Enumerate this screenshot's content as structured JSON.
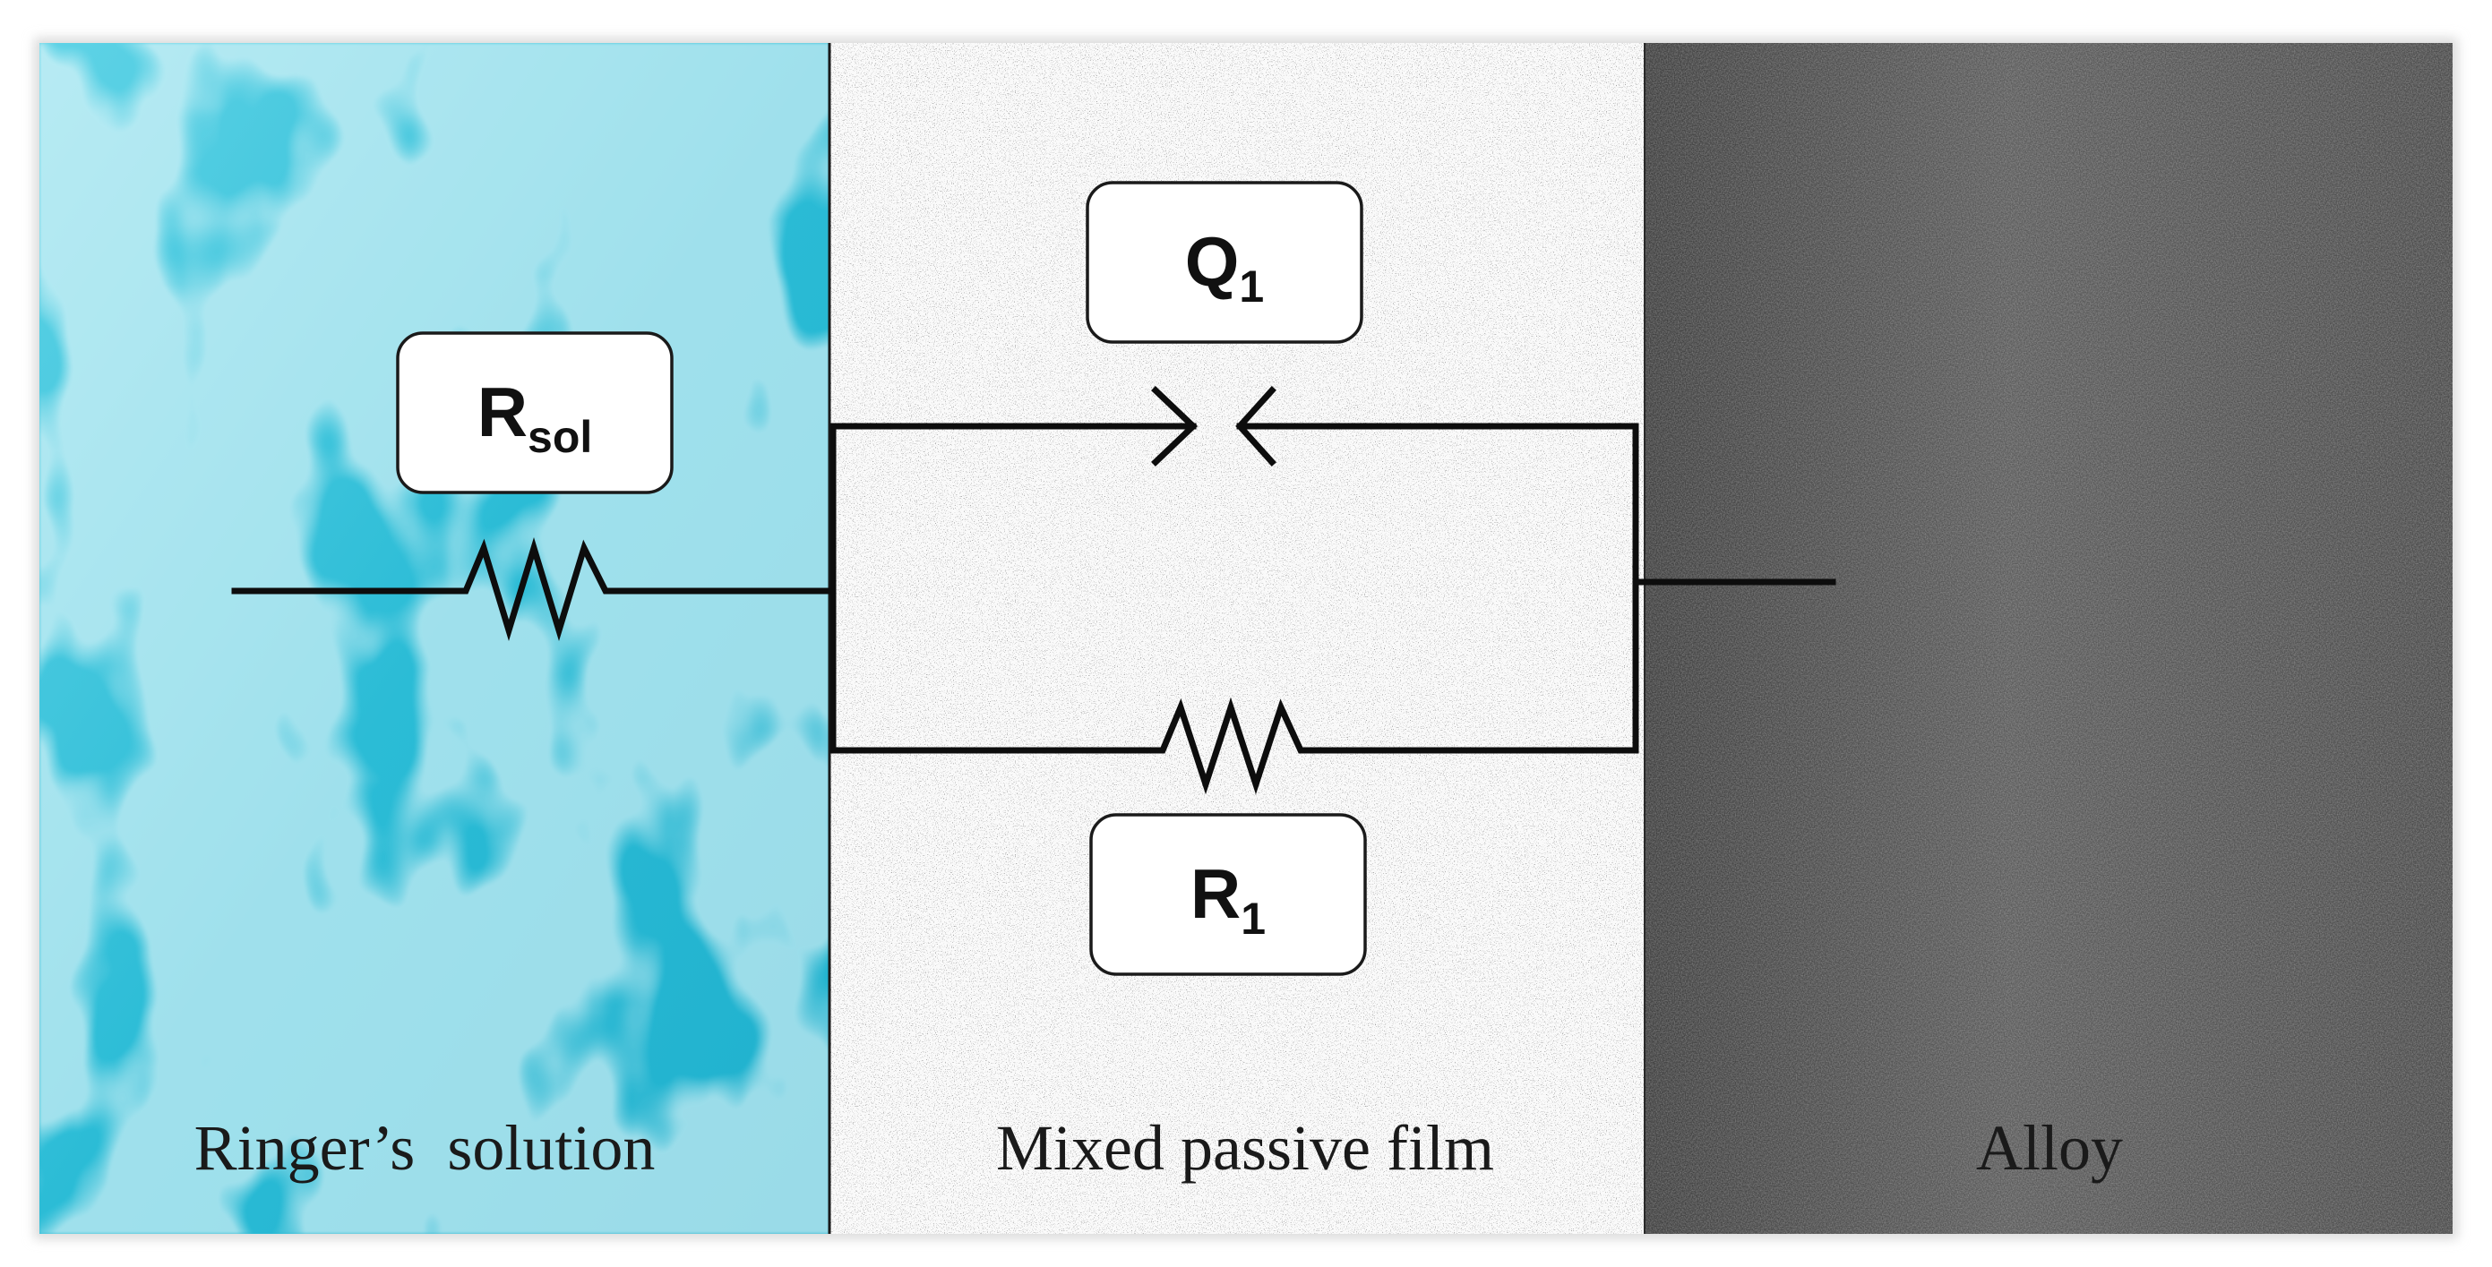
{
  "regions": {
    "solution": {
      "label": "Ringer’s  solution",
      "color": "#2cbfd8"
    },
    "film": {
      "label": "Mixed passive film",
      "color": "#a9a9a9"
    },
    "alloy": {
      "label": "Alloy",
      "color": "#4a4a4a"
    }
  },
  "components": {
    "rsol": {
      "symbol": "R",
      "subscript": "sol",
      "type": "resistor"
    },
    "q1": {
      "symbol": "Q",
      "subscript": "1",
      "type": "constant-phase-element"
    },
    "r1": {
      "symbol": "R",
      "subscript": "1",
      "type": "resistor"
    }
  }
}
